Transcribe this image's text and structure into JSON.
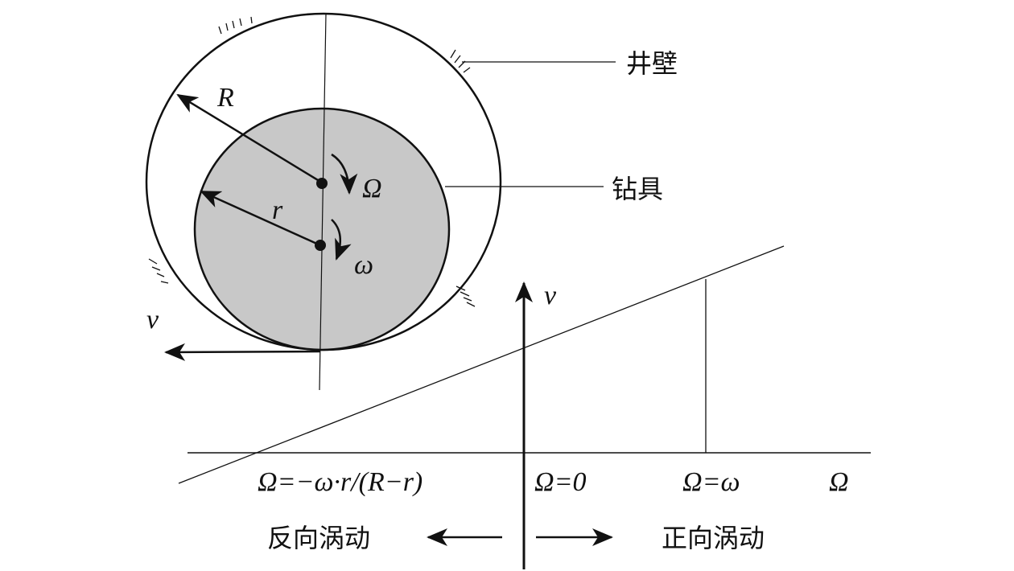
{
  "labels": {
    "wall": "井壁",
    "drill_tool": "钻具",
    "R": "R",
    "r": "r",
    "Omega": "Ω",
    "omega": "ω",
    "v_left": "v",
    "v_axis": "v",
    "omega_axis": "Ω",
    "tick_backward": "Ω=−ω·r/(R−r)",
    "tick_zero": "Ω=0",
    "tick_forward": "Ω=ω",
    "backward_whirl": "反向涡动",
    "forward_whirl": "正向涡动"
  },
  "colors": {
    "drill_fill": "#c8c8c8",
    "line": "#111111"
  }
}
